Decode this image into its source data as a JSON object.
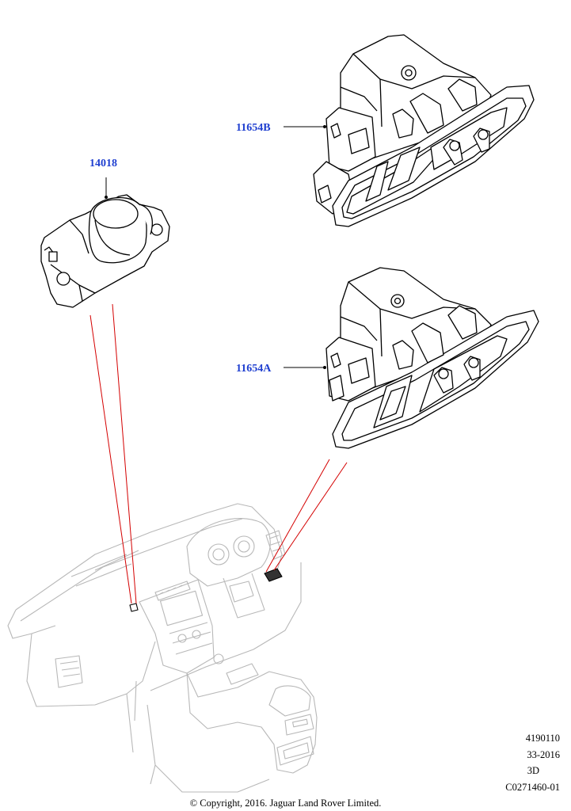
{
  "callouts": {
    "part_14018": "14018",
    "part_11654B": "11654B",
    "part_11654A": "11654A"
  },
  "meta": {
    "line1": "4190110",
    "line2": "33-2016",
    "line3": "3D",
    "line4": "C0271460-01"
  },
  "copyright": "© Copyright, 2016. Jaguar Land Rover Limited.",
  "colors": {
    "callout": "#1f3fd0",
    "leader_red": "#d40000",
    "line": "#000000",
    "dash_line": "#b8b8b8"
  }
}
